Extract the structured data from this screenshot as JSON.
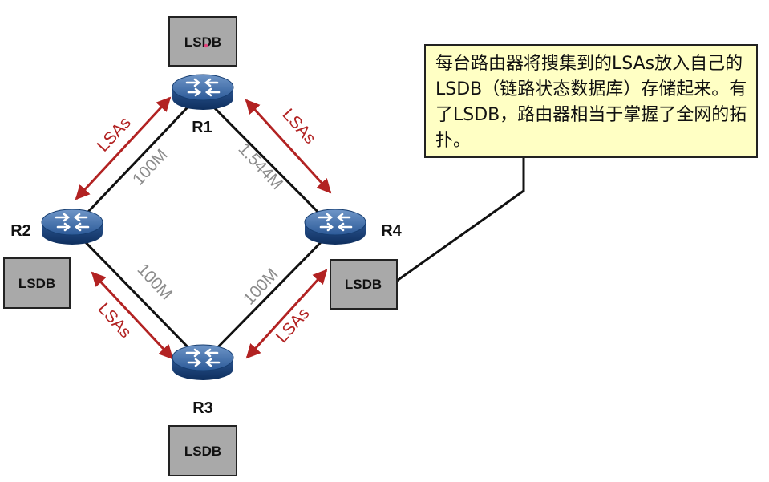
{
  "routers": {
    "r1": {
      "label": "R1"
    },
    "r2": {
      "label": "R2"
    },
    "r3": {
      "label": "R3"
    },
    "r4": {
      "label": "R4"
    }
  },
  "databases": {
    "r1": "LSDB",
    "r2": "LSDB",
    "r3": "LSDB",
    "r4": "LSDB"
  },
  "links": {
    "r1_r2": "100M",
    "r1_r4": "1.544M",
    "r2_r3": "100M",
    "r3_r4": "100M"
  },
  "lsa_labels": {
    "r1_r2": "LSAs",
    "r1_r4": "LSAs",
    "r2_r3": "LSAs",
    "r3_r4": "LSAs"
  },
  "callout": {
    "text": "每台路由器将搜集到的LSAs放入自己的LSDB（链路状态数据库）存储起来。有了LSDB，路由器相当于掌握了全网的拓扑。"
  },
  "colors": {
    "arrow": "#b22222",
    "link": "#111111",
    "lsdb_fill": "#a9a9a9",
    "callout_fill": "#ffffc4",
    "router_blue": "#1f4e8c"
  }
}
